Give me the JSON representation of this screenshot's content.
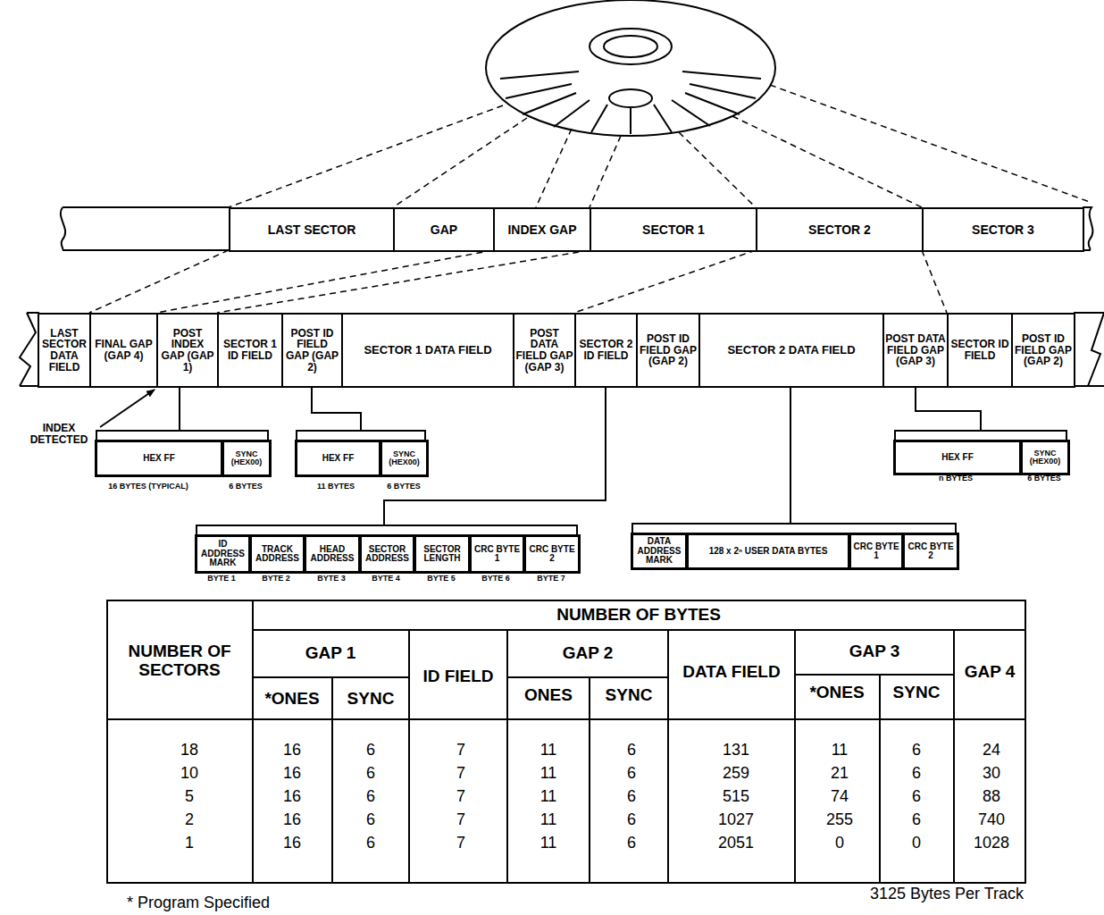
{
  "diagram": {
    "nodes": [
      {
        "text": [
          "LAST SECTOR"
        ]
      },
      {
        "text": [
          "GAP"
        ]
      },
      {
        "text": [
          "INDEX GAP"
        ]
      },
      {
        "text": [
          "SECTOR 1"
        ]
      },
      {
        "text": [
          "SECTOR 2"
        ]
      },
      {
        "text": [
          "SECTOR 3"
        ]
      },
      {
        "text": [
          "LAST SECTOR DATA FIELD"
        ]
      },
      {
        "text": [
          "FINAL GAP (GAP 4)"
        ]
      },
      {
        "text": [
          "POST INDEX GAP (GAP 1)"
        ]
      },
      {
        "text": [
          "SECTOR 1 ID FIELD"
        ]
      },
      {
        "text": [
          "POST ID FIELD GAP (GAP 2)"
        ]
      },
      {
        "text": [
          "SECTOR 1 DATA FIELD"
        ]
      },
      {
        "text": [
          "POST DATA FIELD GAP (GAP 3)"
        ]
      },
      {
        "text": [
          "SECTOR 2 ID FIELD"
        ]
      },
      {
        "text": [
          "POST ID FIELD GAP (GAP 2)"
        ]
      },
      {
        "text": [
          "SECTOR 2 DATA FIELD"
        ]
      },
      {
        "text": [
          "POST DATA FIELD GAP (GAP 3)"
        ]
      },
      {
        "text": [
          "SECTOR ID FIELD"
        ]
      },
      {
        "text": [
          "POST ID FIELD GAP (GAP 2)"
        ]
      },
      {
        "text": [
          "HEX FF"
        ]
      },
      {
        "text": [
          "SYNC (HEX00)"
        ]
      },
      {
        "text": [
          "HEX FF"
        ]
      },
      {
        "text": [
          "SYNC (HEX00)"
        ]
      },
      {
        "text": [
          "HEX FF"
        ]
      },
      {
        "text": [
          "SYNC (HEX00)"
        ]
      },
      {
        "text": [
          "ID ADDRESS MARK"
        ]
      },
      {
        "text": [
          "TRACK ADDRESS"
        ]
      },
      {
        "text": [
          "HEAD ADDRESS"
        ]
      },
      {
        "text": [
          "SECTOR ADDRESS"
        ]
      },
      {
        "text": [
          "SECTOR LENGTH"
        ]
      },
      {
        "text": [
          "CRC BYTE 1"
        ]
      },
      {
        "text": [
          "CRC BYTE 2"
        ]
      },
      {
        "text": [
          "DATA ADDRESS MARK"
        ]
      },
      {
        "text": [
          "128 x 2ⁿ USER DATA BYTES"
        ]
      },
      {
        "text": [
          "CRC BYTE 1"
        ]
      },
      {
        "text": [
          "CRC BYTE 2"
        ]
      }
    ],
    "labels": [
      "INDEX DETECTED",
      "16 BYTES (TYPICAL)",
      "6 BYTES",
      "11 BYTES",
      "6 BYTES",
      "n BYTES",
      "6 BYTES",
      "BYTE 1",
      "BYTE 2",
      "BYTE 3",
      "BYTE 4",
      "BYTE 5",
      "BYTE 6",
      "BYTE 7",
      "NUMBER OF SECTORS",
      "NUMBER OF BYTES",
      "GAP 1",
      "*ONES",
      "SYNC",
      "ID FIELD",
      "GAP 2",
      "ONES",
      "SYNC",
      "DATA FIELD",
      "GAP 3",
      "*ONES",
      "SYNC",
      "GAP 4",
      "18",
      "16",
      "6",
      "7",
      "11",
      "6",
      "131",
      "11",
      "6",
      "24",
      "10",
      "16",
      "6",
      "7",
      "11",
      "6",
      "259",
      "21",
      "6",
      "30",
      "5",
      "16",
      "6",
      "7",
      "11",
      "6",
      "515",
      "74",
      "6",
      "88",
      "2",
      "16",
      "6",
      "7",
      "11",
      "6",
      "1027",
      "255",
      "6",
      "740",
      "1",
      "16",
      "6",
      "7",
      "11",
      "6",
      "2051",
      "0",
      "0",
      "1028",
      "* Program Specified",
      "3125 Bytes Per Track"
    ]
  }
}
